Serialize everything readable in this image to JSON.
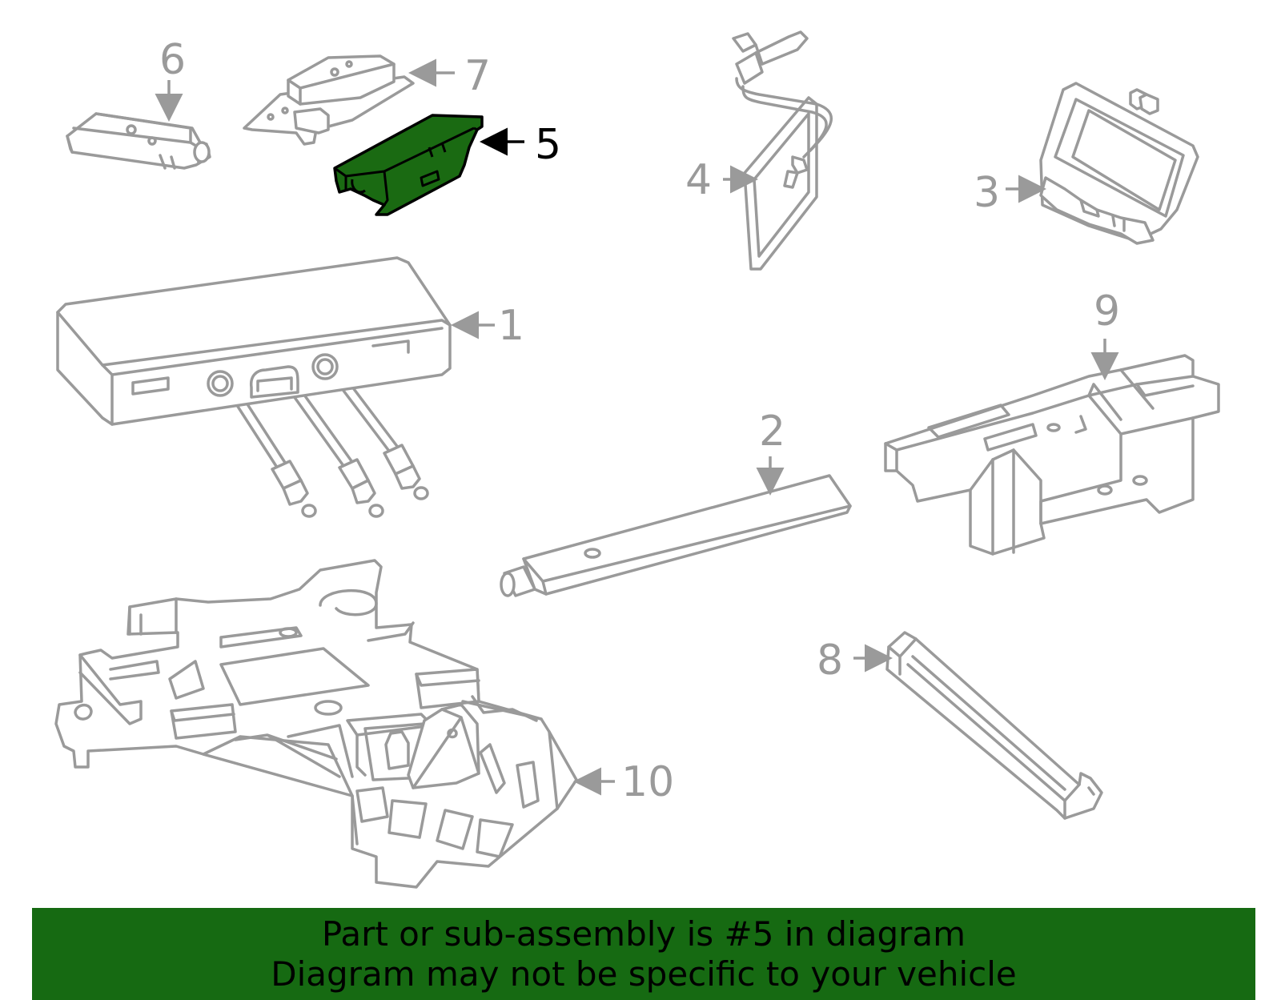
{
  "callouts": {
    "c1": "1",
    "c2": "2",
    "c3": "3",
    "c4": "4",
    "c5": "5",
    "c6": "6",
    "c7": "7",
    "c8": "8",
    "c9": "9",
    "c10": "10"
  },
  "highlighted_part": "5",
  "colors": {
    "highlight_fill": "#1a6a12",
    "banner_background": "#166a12",
    "line_gray": "#9a9a9a"
  },
  "banner": {
    "line1": "Part or sub-assembly is #5 in diagram",
    "line2": "Diagram may not be specific to your vehicle"
  }
}
